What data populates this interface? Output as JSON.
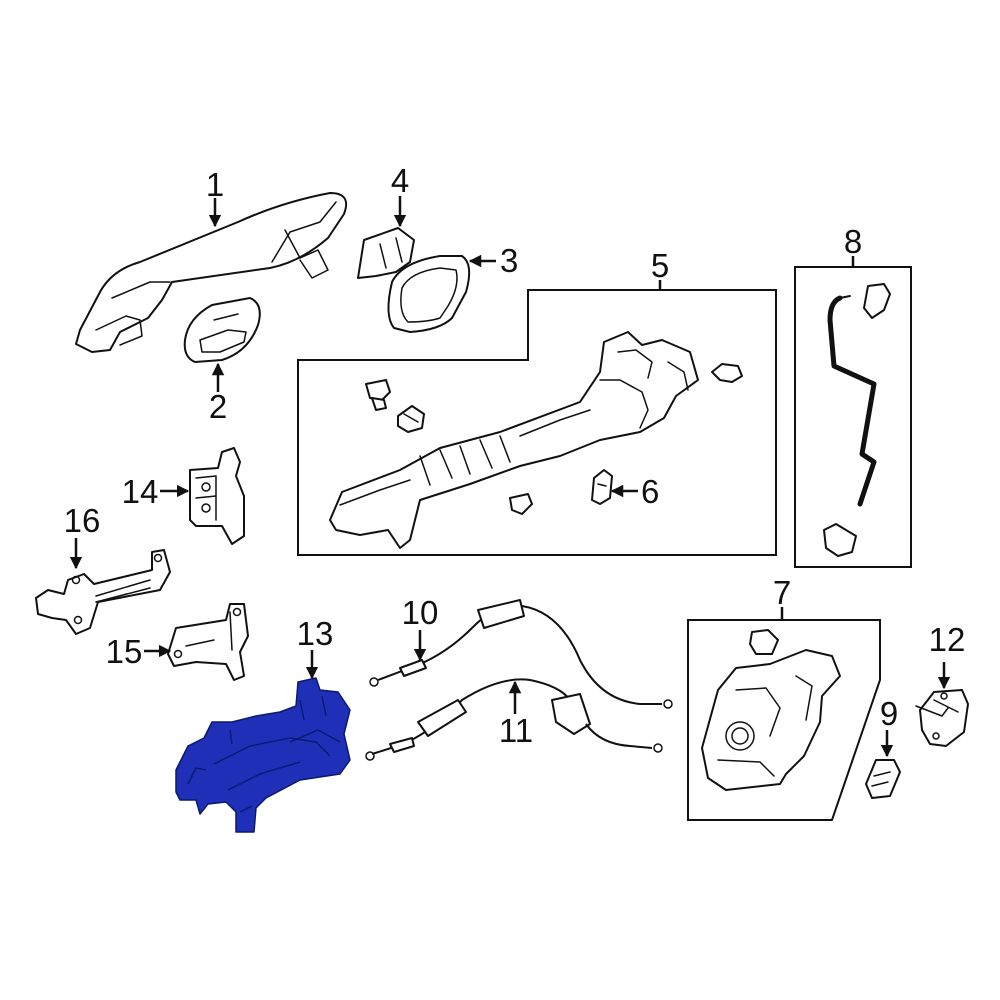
{
  "highlight_color": "#1f2fb8",
  "callouts": {
    "c1": "1",
    "c2": "2",
    "c3": "3",
    "c4": "4",
    "c5": "5",
    "c6": "6",
    "c7": "7",
    "c8": "8",
    "c9": "9",
    "c10": "10",
    "c11": "11",
    "c12": "12",
    "c13": "13",
    "c14": "14",
    "c15": "15",
    "c16": "16"
  },
  "highlighted_part": "13"
}
